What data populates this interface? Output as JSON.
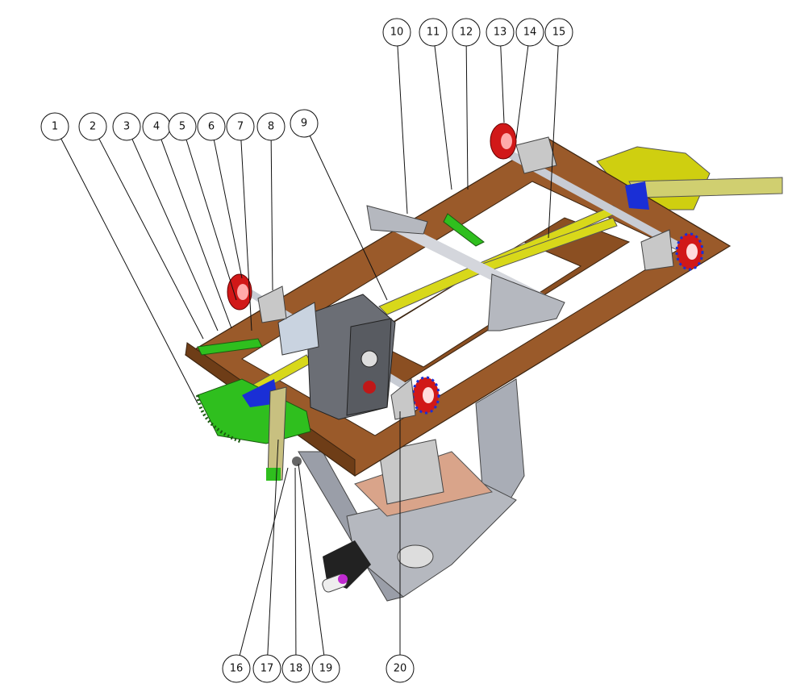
{
  "drawing": {
    "balloons": [
      "1",
      "2",
      "3",
      "4",
      "5",
      "6",
      "7",
      "8",
      "9",
      "10",
      "11",
      "12",
      "13",
      "14",
      "15",
      "16",
      "17",
      "18",
      "19",
      "20"
    ]
  },
  "colors": {
    "frame": "#9a5a2a",
    "frame_dark": "#6e3d17",
    "steel": "#a9adb6",
    "steel_dark": "#6f737c",
    "yellow": "#d8d81a",
    "green": "#2fbf1e",
    "red": "#d11818",
    "blue": "#1a2fd6",
    "copper": "#d9a48a"
  }
}
